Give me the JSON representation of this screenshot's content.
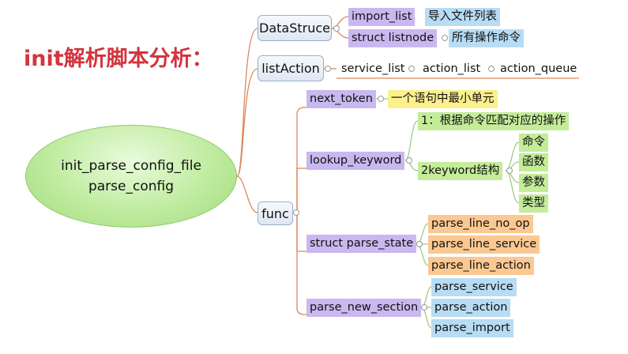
{
  "title": "init解析脚本分析：",
  "central": {
    "line1": "init_parse_config_file",
    "line2": "parse_config"
  },
  "branches": {
    "datastruce": {
      "label": "DataStruce",
      "import_list": "import_list",
      "import_list_desc": "导入文件列表",
      "listnode": "struct listnode",
      "listnode_desc": "所有操作命令"
    },
    "listaction": {
      "label": "listAction",
      "items": [
        "service_list",
        "action_list",
        "action_queue"
      ]
    },
    "func": {
      "label": "func",
      "next_token": "next_token",
      "next_token_desc": "一个语句中最小单元",
      "lookup_keyword": "lookup_keyword",
      "lookup_desc1": "1：根据命令匹配对应的操作",
      "lookup_desc2": "2keyword结构",
      "keyword_fields": [
        "命令",
        "函数",
        "参数",
        "类型"
      ],
      "parse_state": "struct parse_state",
      "parse_state_items": [
        "parse_line_no_op",
        "parse_line_service",
        "parse_line_action"
      ],
      "parse_new_section": "parse_new_section",
      "parse_new_section_items": [
        "parse_service",
        "parse_action",
        "parse_import"
      ]
    }
  },
  "colors": {
    "title": "#d3343d",
    "central": "#bfeb9f",
    "link": "#d9895a",
    "link_secondary": "#9bc97e",
    "purple": "#c9b8ef",
    "blue": "#b7dcf3",
    "yellow": "#fbf08c",
    "green": "#c4ec99",
    "orange": "#fbc891"
  }
}
